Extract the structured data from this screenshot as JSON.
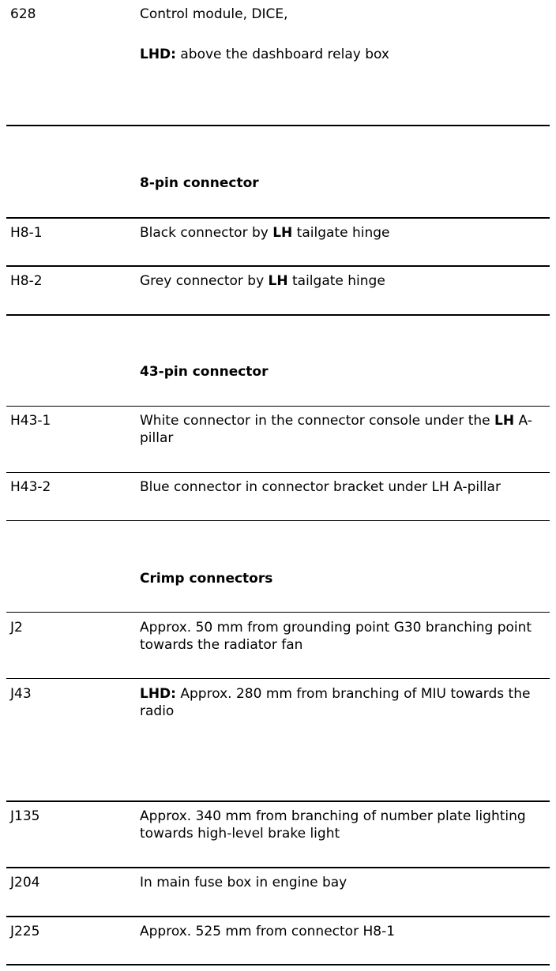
{
  "rows": {
    "r628": {
      "code": "628",
      "line1": "Control module, DICE,",
      "line2_bold": "LHD:",
      "line2_rest": " above the dashboard relay box"
    },
    "h8_heading": "8-pin connector",
    "h8_1": {
      "code": "H8-1",
      "pre": "Black connector by ",
      "bold": "LH",
      "post": " tailgate hinge"
    },
    "h8_2": {
      "code": "H8-2",
      "pre": "Grey connector by ",
      "bold": "LH",
      "post": " tailgate hinge"
    },
    "h43_heading": "43-pin connector",
    "h43_1": {
      "code": "H43-1",
      "pre": "White connector in the connector console under the ",
      "bold": "LH",
      "post": " A-pillar"
    },
    "h43_2": {
      "code": "H43-2",
      "desc": "Blue connector in connector bracket under LH A-pillar"
    },
    "crimp_heading": "Crimp connectors",
    "j2": {
      "code": "J2",
      "desc": "Approx. 50 mm from grounding point G30 branching point towards the radiator fan"
    },
    "j43": {
      "code": "J43",
      "bold": "LHD:",
      "rest": " Approx. 280 mm from branching of MIU towards the radio"
    },
    "j135": {
      "code": "J135",
      "desc": "Approx. 340 mm from branching of number plate lighting towards high-level brake light"
    },
    "j204": {
      "code": "J204",
      "desc": "In main fuse box in engine bay"
    },
    "j225": {
      "code": "J225",
      "desc": "Approx. 525 mm from connector H8-1"
    }
  }
}
